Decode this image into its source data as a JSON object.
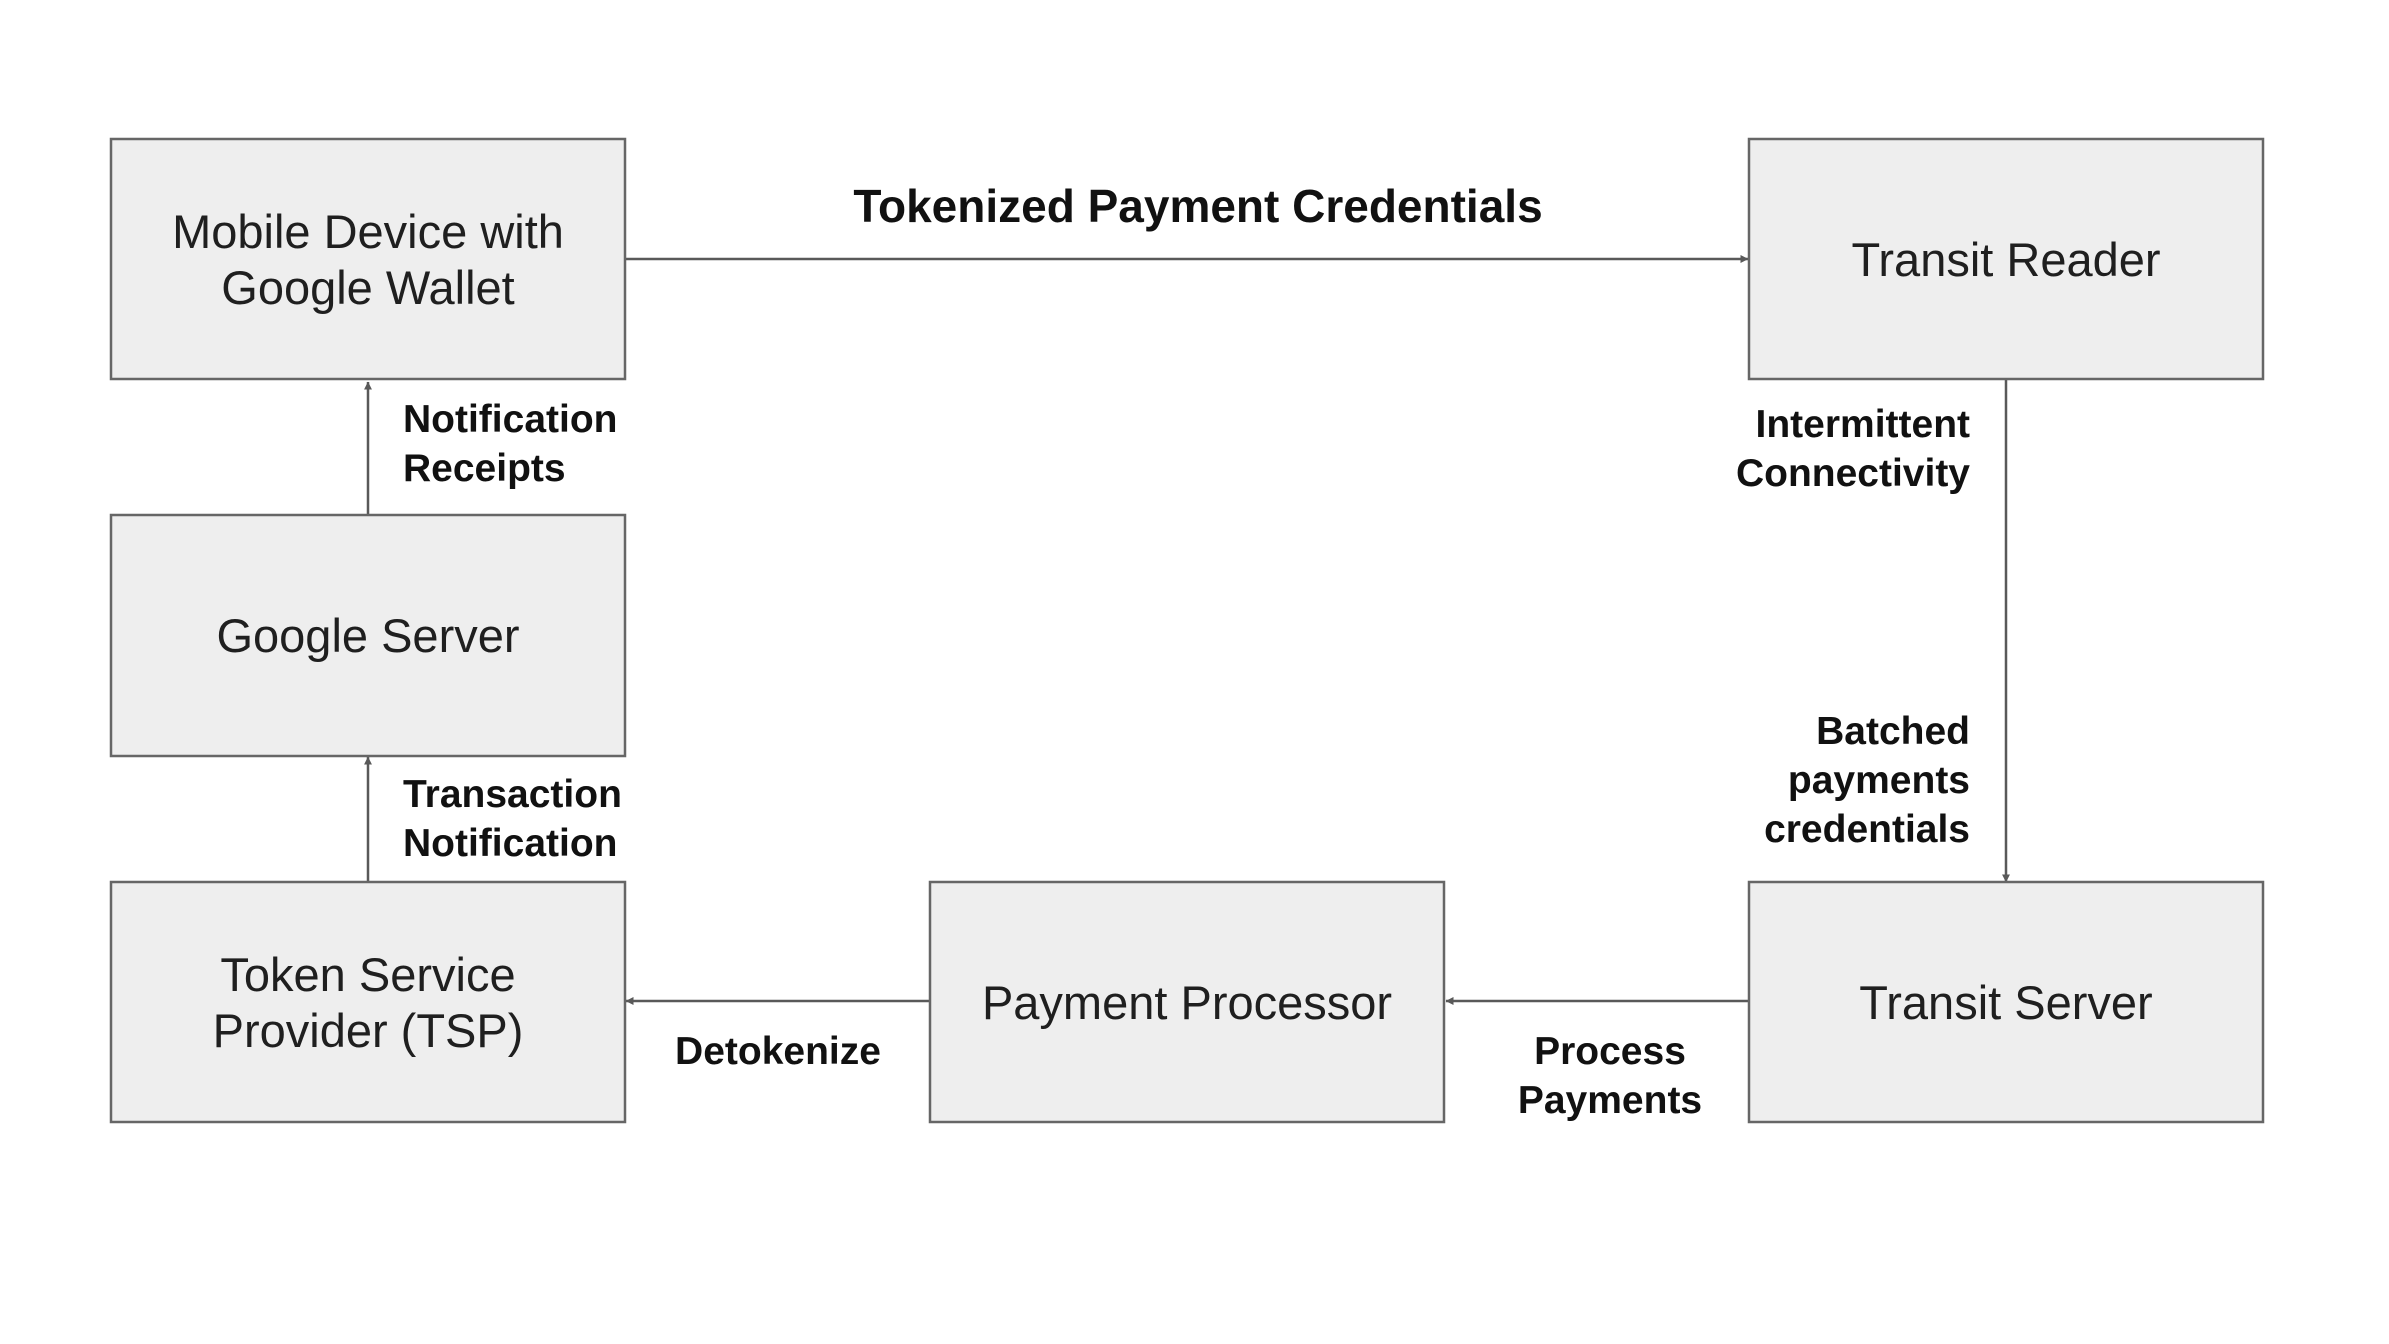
{
  "nodes": {
    "mobile_device": {
      "lines": [
        "Mobile Device with",
        "Google Wallet"
      ]
    },
    "transit_reader": {
      "lines": [
        "Transit Reader"
      ]
    },
    "google_server": {
      "lines": [
        "Google Server"
      ]
    },
    "token_service_provider": {
      "lines": [
        "Token Service",
        "Provider (TSP)"
      ]
    },
    "payment_processor": {
      "lines": [
        "Payment Processor"
      ]
    },
    "transit_server": {
      "lines": [
        "Transit Server"
      ]
    }
  },
  "edges": {
    "tokenized_credentials": {
      "lines": [
        "Tokenized Payment Credentials"
      ]
    },
    "intermittent_connectivity": {
      "lines": [
        "Intermittent",
        "Connectivity"
      ]
    },
    "batched_credentials": {
      "lines": [
        "Batched",
        "payments",
        "credentials"
      ]
    },
    "notification_receipts": {
      "lines": [
        "Notification",
        "Receipts"
      ]
    },
    "transaction_notification": {
      "lines": [
        "Transaction",
        "Notification"
      ]
    },
    "detokenize": {
      "lines": [
        "Detokenize"
      ]
    },
    "process_payments": {
      "lines": [
        "Process",
        "Payments"
      ]
    }
  },
  "colors": {
    "box_fill": "#eeeeee",
    "box_stroke": "#666666",
    "arrow": "#595959",
    "text": "#1f1f1f"
  }
}
